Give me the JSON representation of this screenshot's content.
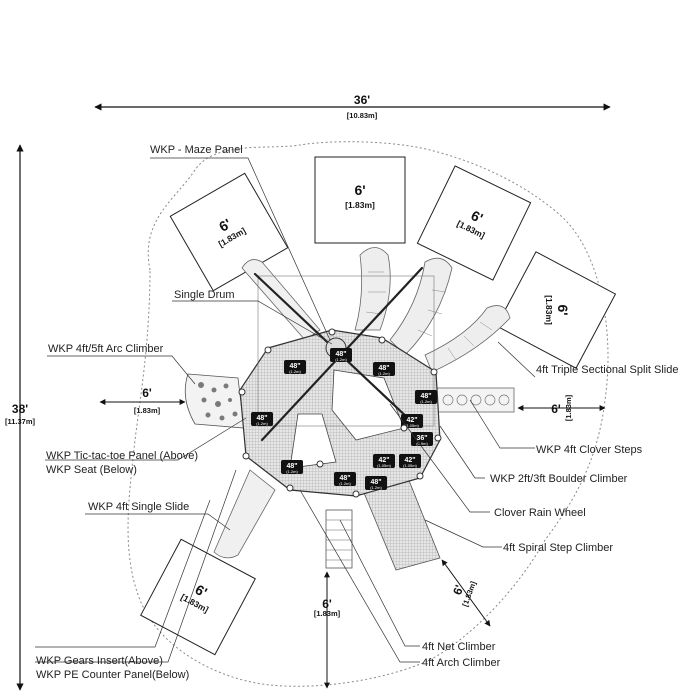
{
  "dimensions": {
    "width": {
      "value": "36'",
      "metric": "[10.83m]"
    },
    "height": {
      "value": "38'",
      "metric": "[11.37m]"
    }
  },
  "zones": [
    {
      "value": "6'",
      "metric": "[1.83m]"
    },
    {
      "value": "6'",
      "metric": "[1.83m]"
    },
    {
      "value": "6'",
      "metric": "[1.83m]"
    },
    {
      "value": "6'",
      "metric": "[1.83m]"
    },
    {
      "value": "6'",
      "metric": "[1.83m]"
    }
  ],
  "clearances": {
    "left": {
      "value": "6'",
      "metric": "[1.83m]"
    },
    "right": {
      "value": "6'",
      "metric": "[1.83m]"
    },
    "bottom": {
      "value": "6'",
      "metric": "[1.83m]"
    },
    "bottom_right": {
      "value": "6'",
      "metric": "[1.83m]"
    }
  },
  "labels": {
    "maze_panel": "WKP - Maze Panel",
    "single_drum": "Single Drum",
    "arc_climber": "WKP 4ft/5ft Arc Climber",
    "tic_tac_toe": "WKP Tic-tac-toe Panel  (Above)",
    "seat": "WKP Seat  (Below)",
    "single_slide": "WKP 4ft Single Slide",
    "gears_insert": "WKP Gears Insert(Above)",
    "pe_counter": "WKP PE Counter Panel(Below)",
    "triple_slide": "4ft Triple Sectional Split Slide",
    "clover_steps": "WKP 4ft Clover Steps",
    "boulder_climber": "WKP 2ft/3ft Boulder Climber",
    "clover_rain_wheel": "Clover Rain Wheel",
    "spiral_step": "4ft Spiral Step Climber",
    "net_climber": "4ft Net Climber",
    "arch_climber": "4ft Arch Climber"
  },
  "decks": [
    {
      "h": "48\"",
      "m": "(1.2m)"
    },
    {
      "h": "48\"",
      "m": "(1.2m)"
    },
    {
      "h": "48\"",
      "m": "(1.2m)"
    },
    {
      "h": "48\"",
      "m": "(1.2m)"
    },
    {
      "h": "48\"",
      "m": "(1.2m)"
    },
    {
      "h": "48\"",
      "m": "(1.2m)"
    },
    {
      "h": "48\"",
      "m": "(1.2m)"
    },
    {
      "h": "48\"",
      "m": "(1.2m)"
    },
    {
      "h": "42\"",
      "m": "(1.05m)"
    },
    {
      "h": "36\"",
      "m": "(0.9m)"
    },
    {
      "h": "42\"",
      "m": "(1.05m)"
    },
    {
      "h": "42\"",
      "m": "(1.05m)"
    }
  ]
}
